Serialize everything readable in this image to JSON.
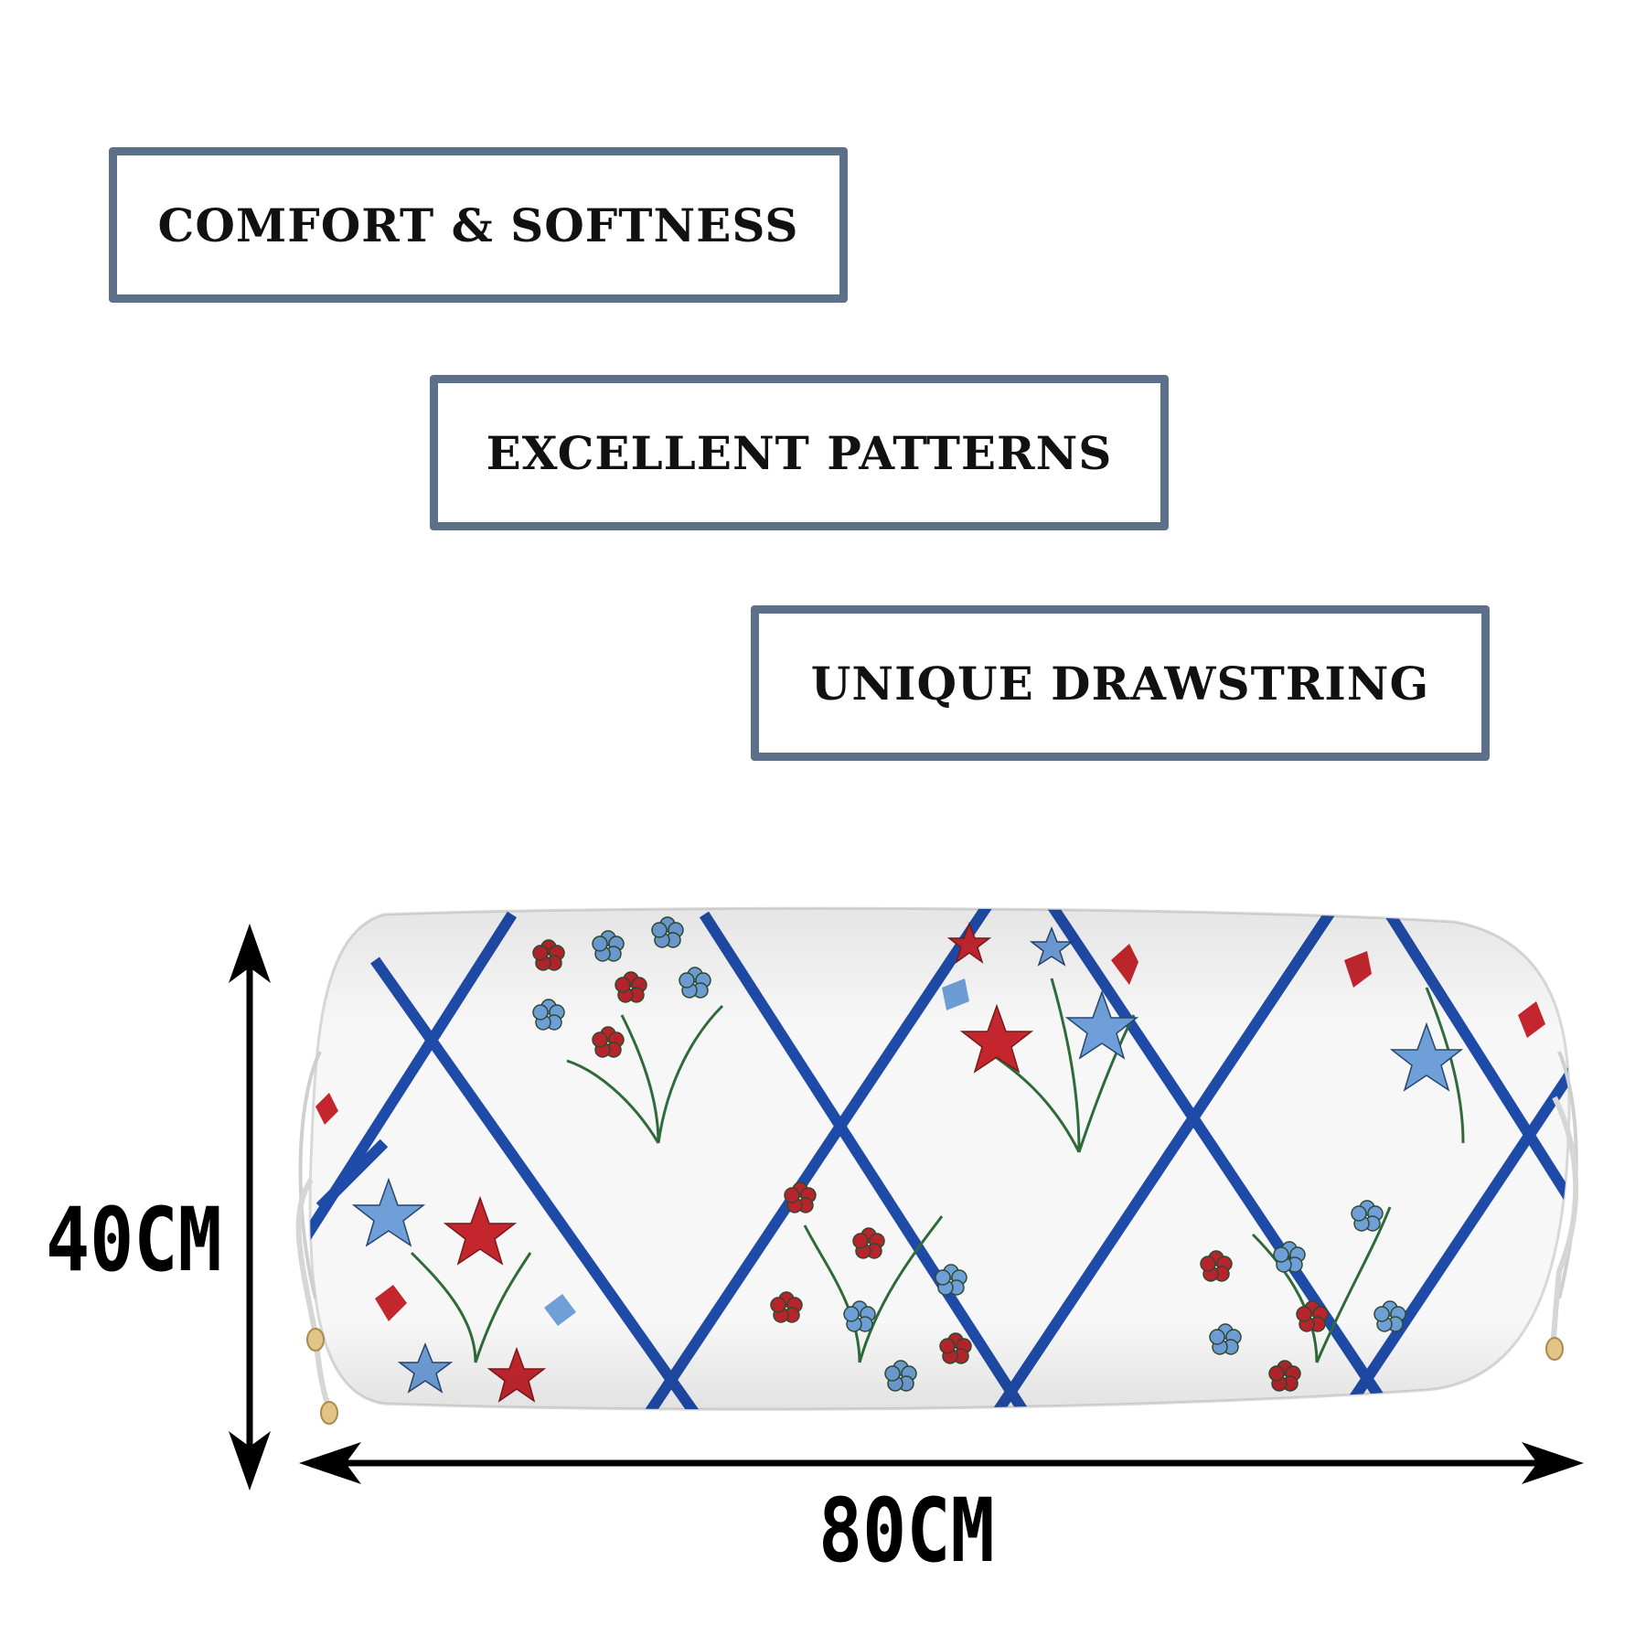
{
  "features": [
    {
      "label": "COMFORT & SOFTNESS"
    },
    {
      "label": "EXCELLENT PATTERNS"
    },
    {
      "label": "UNIQUE DRAWSTRING"
    }
  ],
  "dimensions": {
    "height_label": "40CM",
    "width_label": "80CM"
  },
  "product": {
    "name_icon": "bolster-pillow-image",
    "pattern_colors": {
      "lattice": "#1f4ba8",
      "flower_red": "#b8242c",
      "flower_blue": "#6f9fd8",
      "stem": "#2f6b3a",
      "fabric": "#f7f7f7"
    }
  },
  "colors": {
    "box_border": "#5c708a",
    "text": "#111111",
    "arrow": "#000000"
  }
}
